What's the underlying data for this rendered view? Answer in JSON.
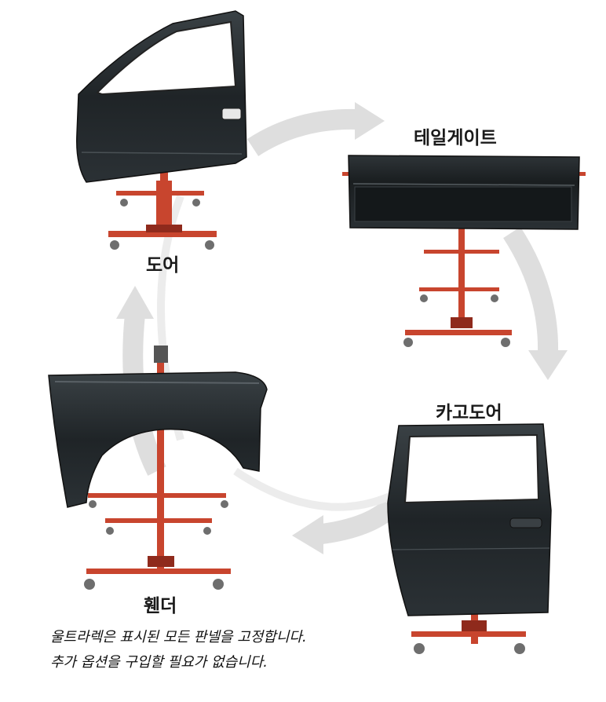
{
  "labels": {
    "door": "도어",
    "tailgate": "테일게이트",
    "cargo_door": "카고도어",
    "fender": "휀더"
  },
  "caption": {
    "line1": "울트라렉은 표시된 모든 판넬을 고정합니다.",
    "line2": "추가 옵션을 구입할 필요가 없습니다."
  },
  "colors": {
    "stand": "#c8452e",
    "stand_dark": "#8f2a1c",
    "panel": "#1e2224",
    "panel_highlight": "#3a4044",
    "arrow": "#dcdcdc",
    "wheel": "#6e6e6e"
  }
}
